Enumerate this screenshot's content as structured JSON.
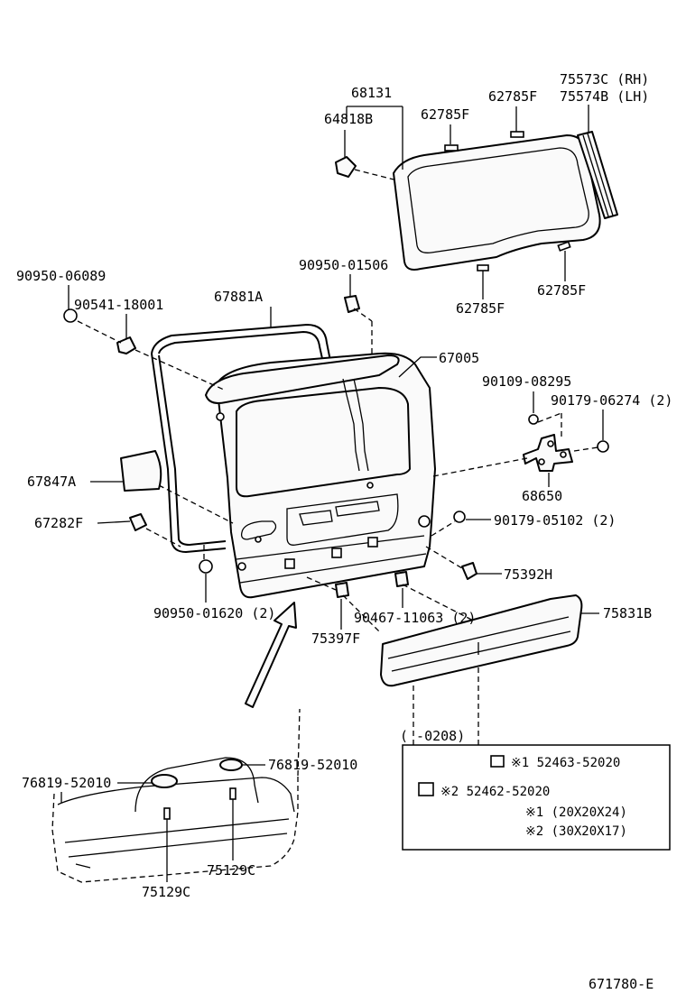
{
  "labels": {
    "p75573c": "75573C (RH)",
    "p75574b": "75574B (LH)",
    "p68131": "68131",
    "p62785f_a": "62785F",
    "p62785f_b": "62785F",
    "p64818b": "64818B",
    "p62785f_c": "62785F",
    "p62785f_d": "62785F",
    "p90950_06089": "90950-06089",
    "p90950_01506": "90950-01506",
    "p90541_18001": "90541-18001",
    "p67881a": "67881A",
    "p67005": "67005",
    "p90109_08295": "90109-08295",
    "p90179_06274": "90179-06274 (2)",
    "p67847a": "67847A",
    "p68650": "68650",
    "p67282f": "67282F",
    "p90179_05102": "90179-05102 (2)",
    "p75392h": "75392H",
    "p90950_01620": "90950-01620 (2)",
    "p90467_11063": "90467-11063 (2)",
    "p75831b": "75831B",
    "p75397f": "75397F",
    "p76819_52010_right": "76819-52010",
    "p76819_52010_left": "76819-52010",
    "p75129c_a": "75129C",
    "p75129c_b": "75129C",
    "diagram_id": "671780-E"
  },
  "variant_box": {
    "header": "(    -0208)",
    "row1": "※1 52463-52020",
    "row2": "※2 52462-52020",
    "note1": "※1 (20X20X24)",
    "note2": "※2 (30X20X17)"
  }
}
